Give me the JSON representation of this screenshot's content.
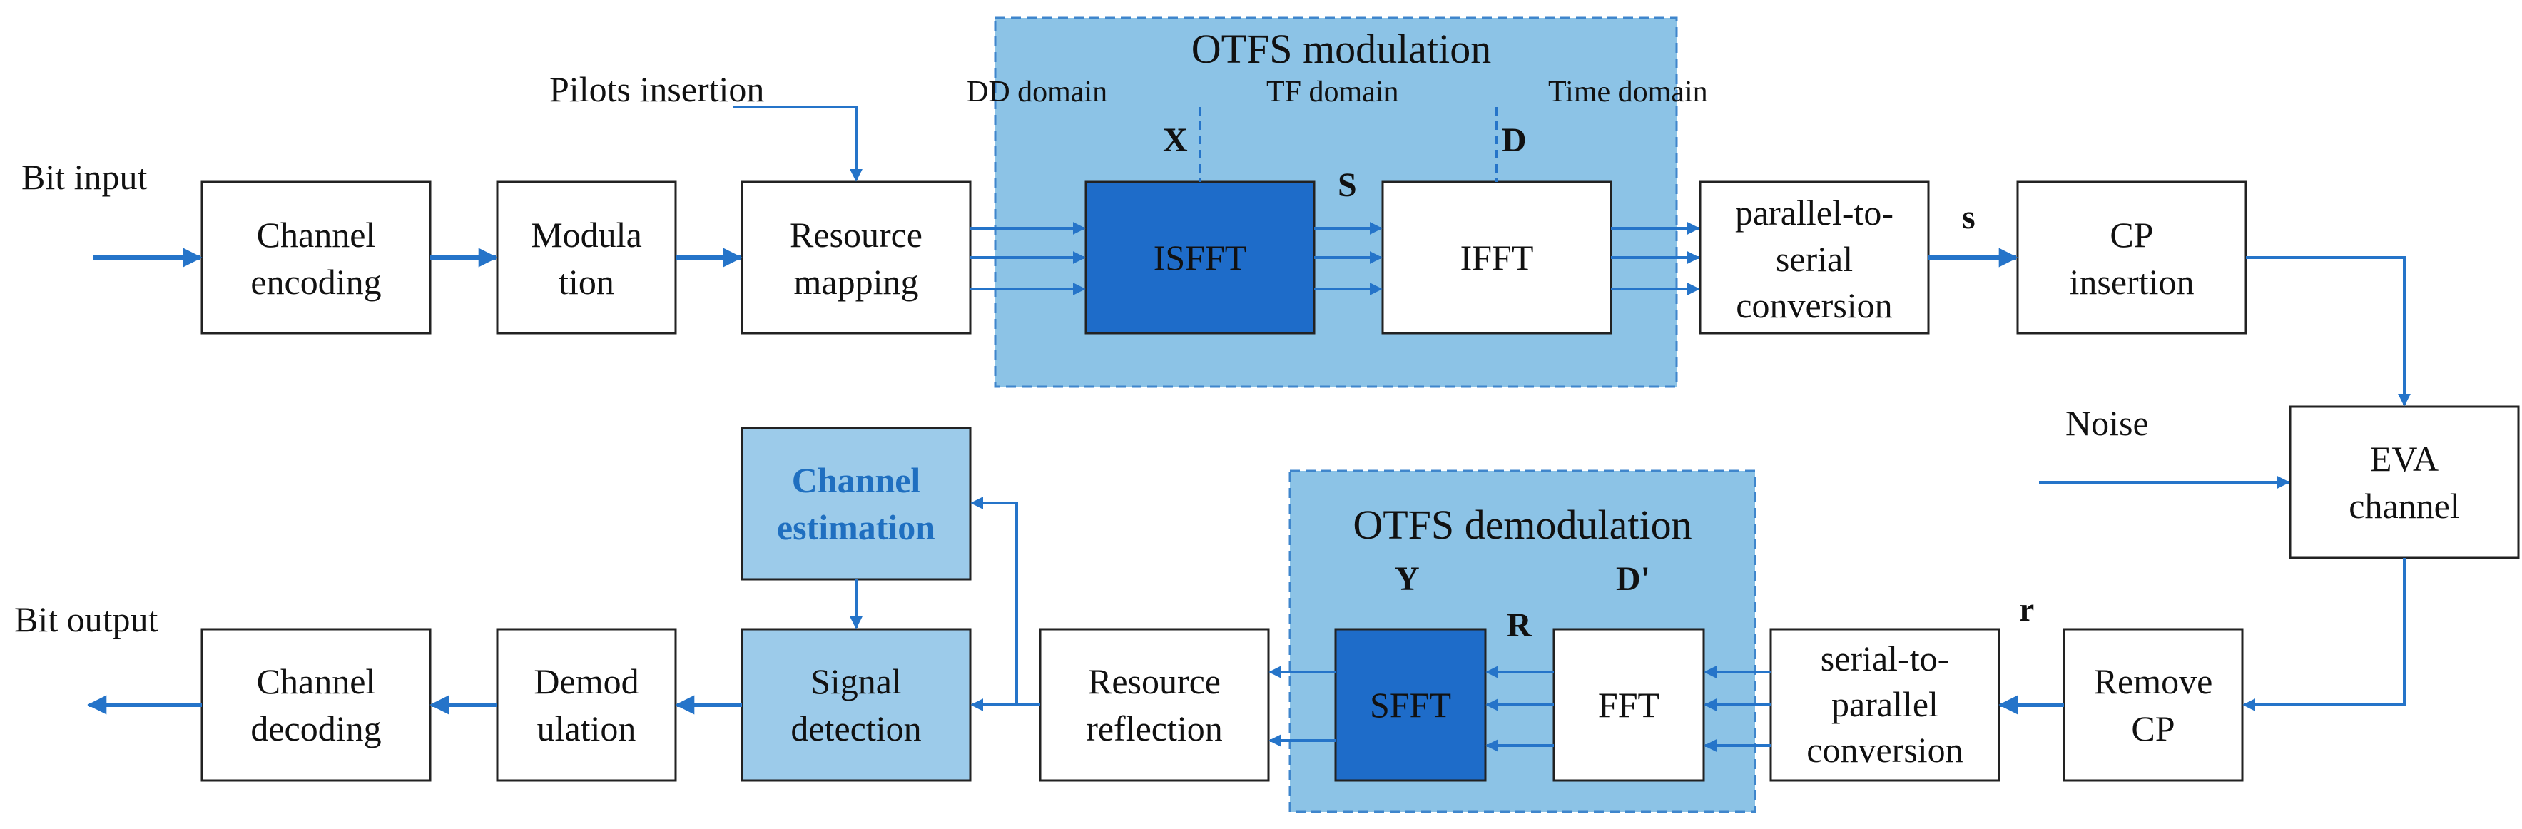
{
  "regions": {
    "modulation": "OTFS modulation",
    "demodulation": "OTFS demodulation"
  },
  "blocks": {
    "channel_encoding": [
      "Channel",
      "encoding"
    ],
    "modulation": [
      "Modula",
      "tion"
    ],
    "resource_mapping": [
      "Resource",
      "mapping"
    ],
    "isfft": [
      "ISFFT"
    ],
    "ifft": [
      "IFFT"
    ],
    "p2s": [
      "parallel-to-",
      "serial",
      "conversion"
    ],
    "cp_insertion": [
      "CP",
      "insertion"
    ],
    "eva_channel": [
      "EVA",
      "channel"
    ],
    "remove_cp": [
      "Remove",
      "CP"
    ],
    "s2p": [
      "serial-to-",
      "parallel",
      "conversion"
    ],
    "fft": [
      "FFT"
    ],
    "sfft": [
      "SFFT"
    ],
    "resource_reflection": [
      "Resource",
      "reflection"
    ],
    "signal_detection": [
      "Signal",
      "detection"
    ],
    "channel_estimation": [
      "Channel",
      "estimation"
    ],
    "demodulation": [
      "Demod",
      "ulation"
    ],
    "channel_decoding": [
      "Channel",
      "decoding"
    ]
  },
  "labels": {
    "bit_input": "Bit input",
    "pilots_insertion": "Pilots insertion",
    "dd_domain": "DD domain",
    "tf_domain": "TF domain",
    "time_domain": "Time domain",
    "noise": "Noise",
    "bit_output": "Bit output"
  },
  "symbols": {
    "X": "X",
    "D": "D",
    "S": "S",
    "s": "s",
    "r": "r",
    "Y": "Y",
    "D_prime": "D'",
    "R": "R"
  },
  "colors": {
    "arrow": "#2574c9",
    "region_fill": "#8cc3e6",
    "dark_block": "#1e6cc9",
    "light_block": "#9ccbea",
    "estimation_text": "#1f6fc0"
  }
}
